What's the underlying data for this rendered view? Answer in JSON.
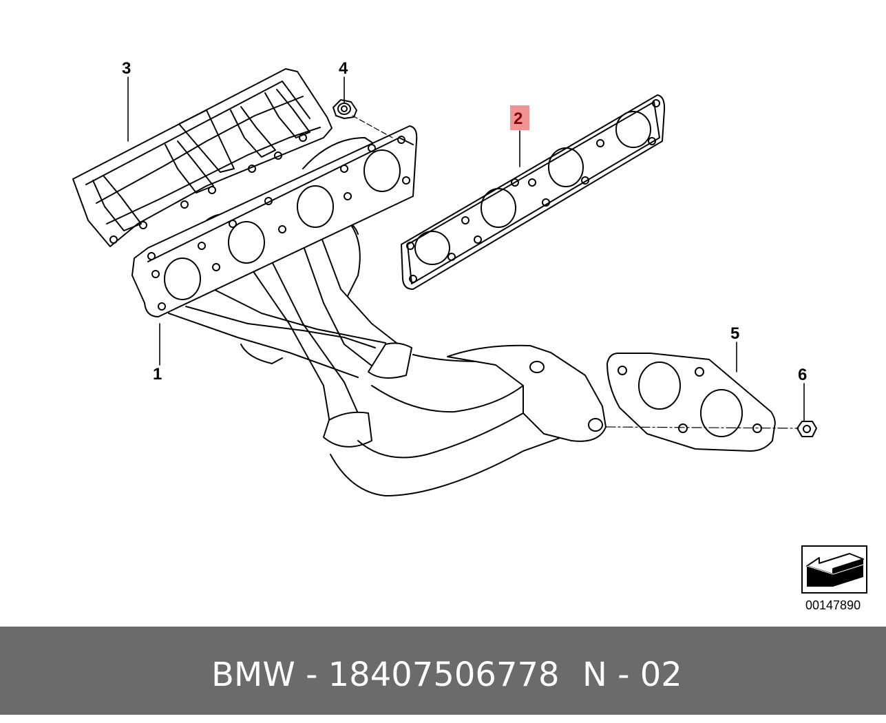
{
  "parts": [
    {
      "label": "1",
      "name": "Exhaust manifold"
    },
    {
      "label": "2",
      "name": "Gasket (highlighted)"
    },
    {
      "label": "3",
      "name": "Heat shield"
    },
    {
      "label": "4",
      "name": "Nut"
    },
    {
      "label": "5",
      "name": "Flange gasket"
    },
    {
      "label": "6",
      "name": "Nut"
    }
  ],
  "highlight_color": "#f08080",
  "reference_number": "00147890",
  "footer": {
    "brand_part": "BMW - 18407506778",
    "position": "N - 02",
    "background": "#6b6b6b"
  }
}
